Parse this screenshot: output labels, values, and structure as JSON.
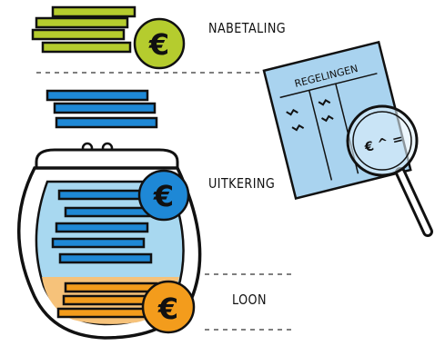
{
  "labels": {
    "nabetaling": "NABETALING",
    "uitkering": "UITKERING",
    "loon": "LOON"
  },
  "document": {
    "title": "REGELINGEN",
    "lens_text": "€ ^ ="
  },
  "icons": {
    "coin_symbol": "€",
    "coins": [
      "euro-coin-green",
      "euro-coin-blue",
      "euro-coin-orange"
    ]
  },
  "colors": {
    "green": "#b5cc2e",
    "blue": "#1e88d6",
    "light_blue": "#a8d8f0",
    "orange": "#f39c1c",
    "light_orange": "#f6c27a",
    "paper": "#a9d3ef",
    "outline": "#111111"
  }
}
